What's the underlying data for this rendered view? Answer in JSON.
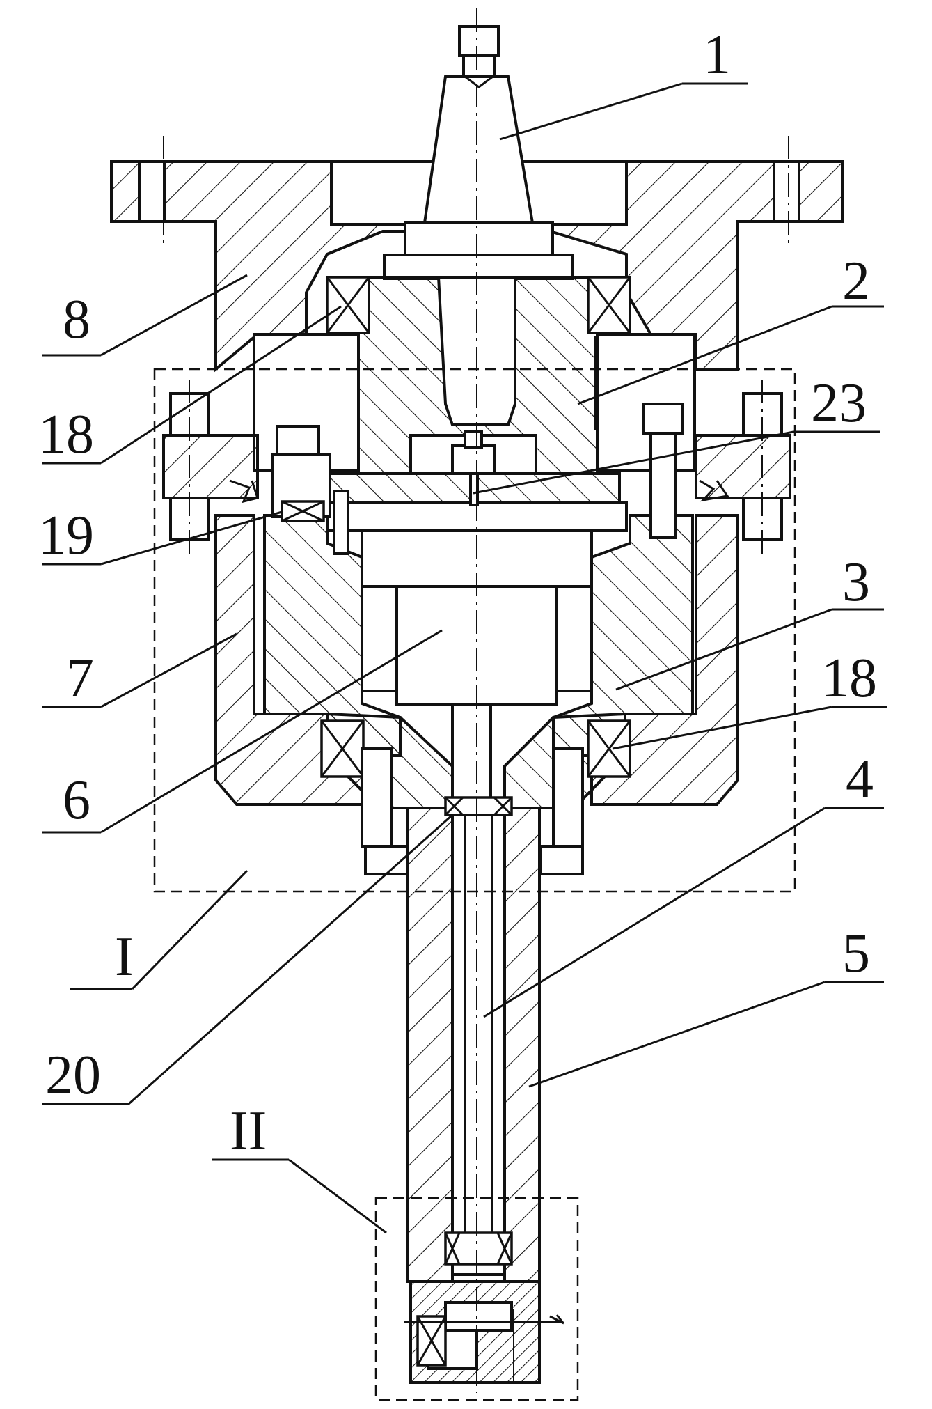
{
  "labels": {
    "l1": "1",
    "l2": "2",
    "l23": "23",
    "l8": "8",
    "l18a": "18",
    "l19": "19",
    "l3": "3",
    "l18b": "18",
    "l7": "7",
    "l6": "6",
    "l4": "4",
    "lI": "I",
    "l5": "5",
    "l20": "20",
    "lII": "II"
  }
}
